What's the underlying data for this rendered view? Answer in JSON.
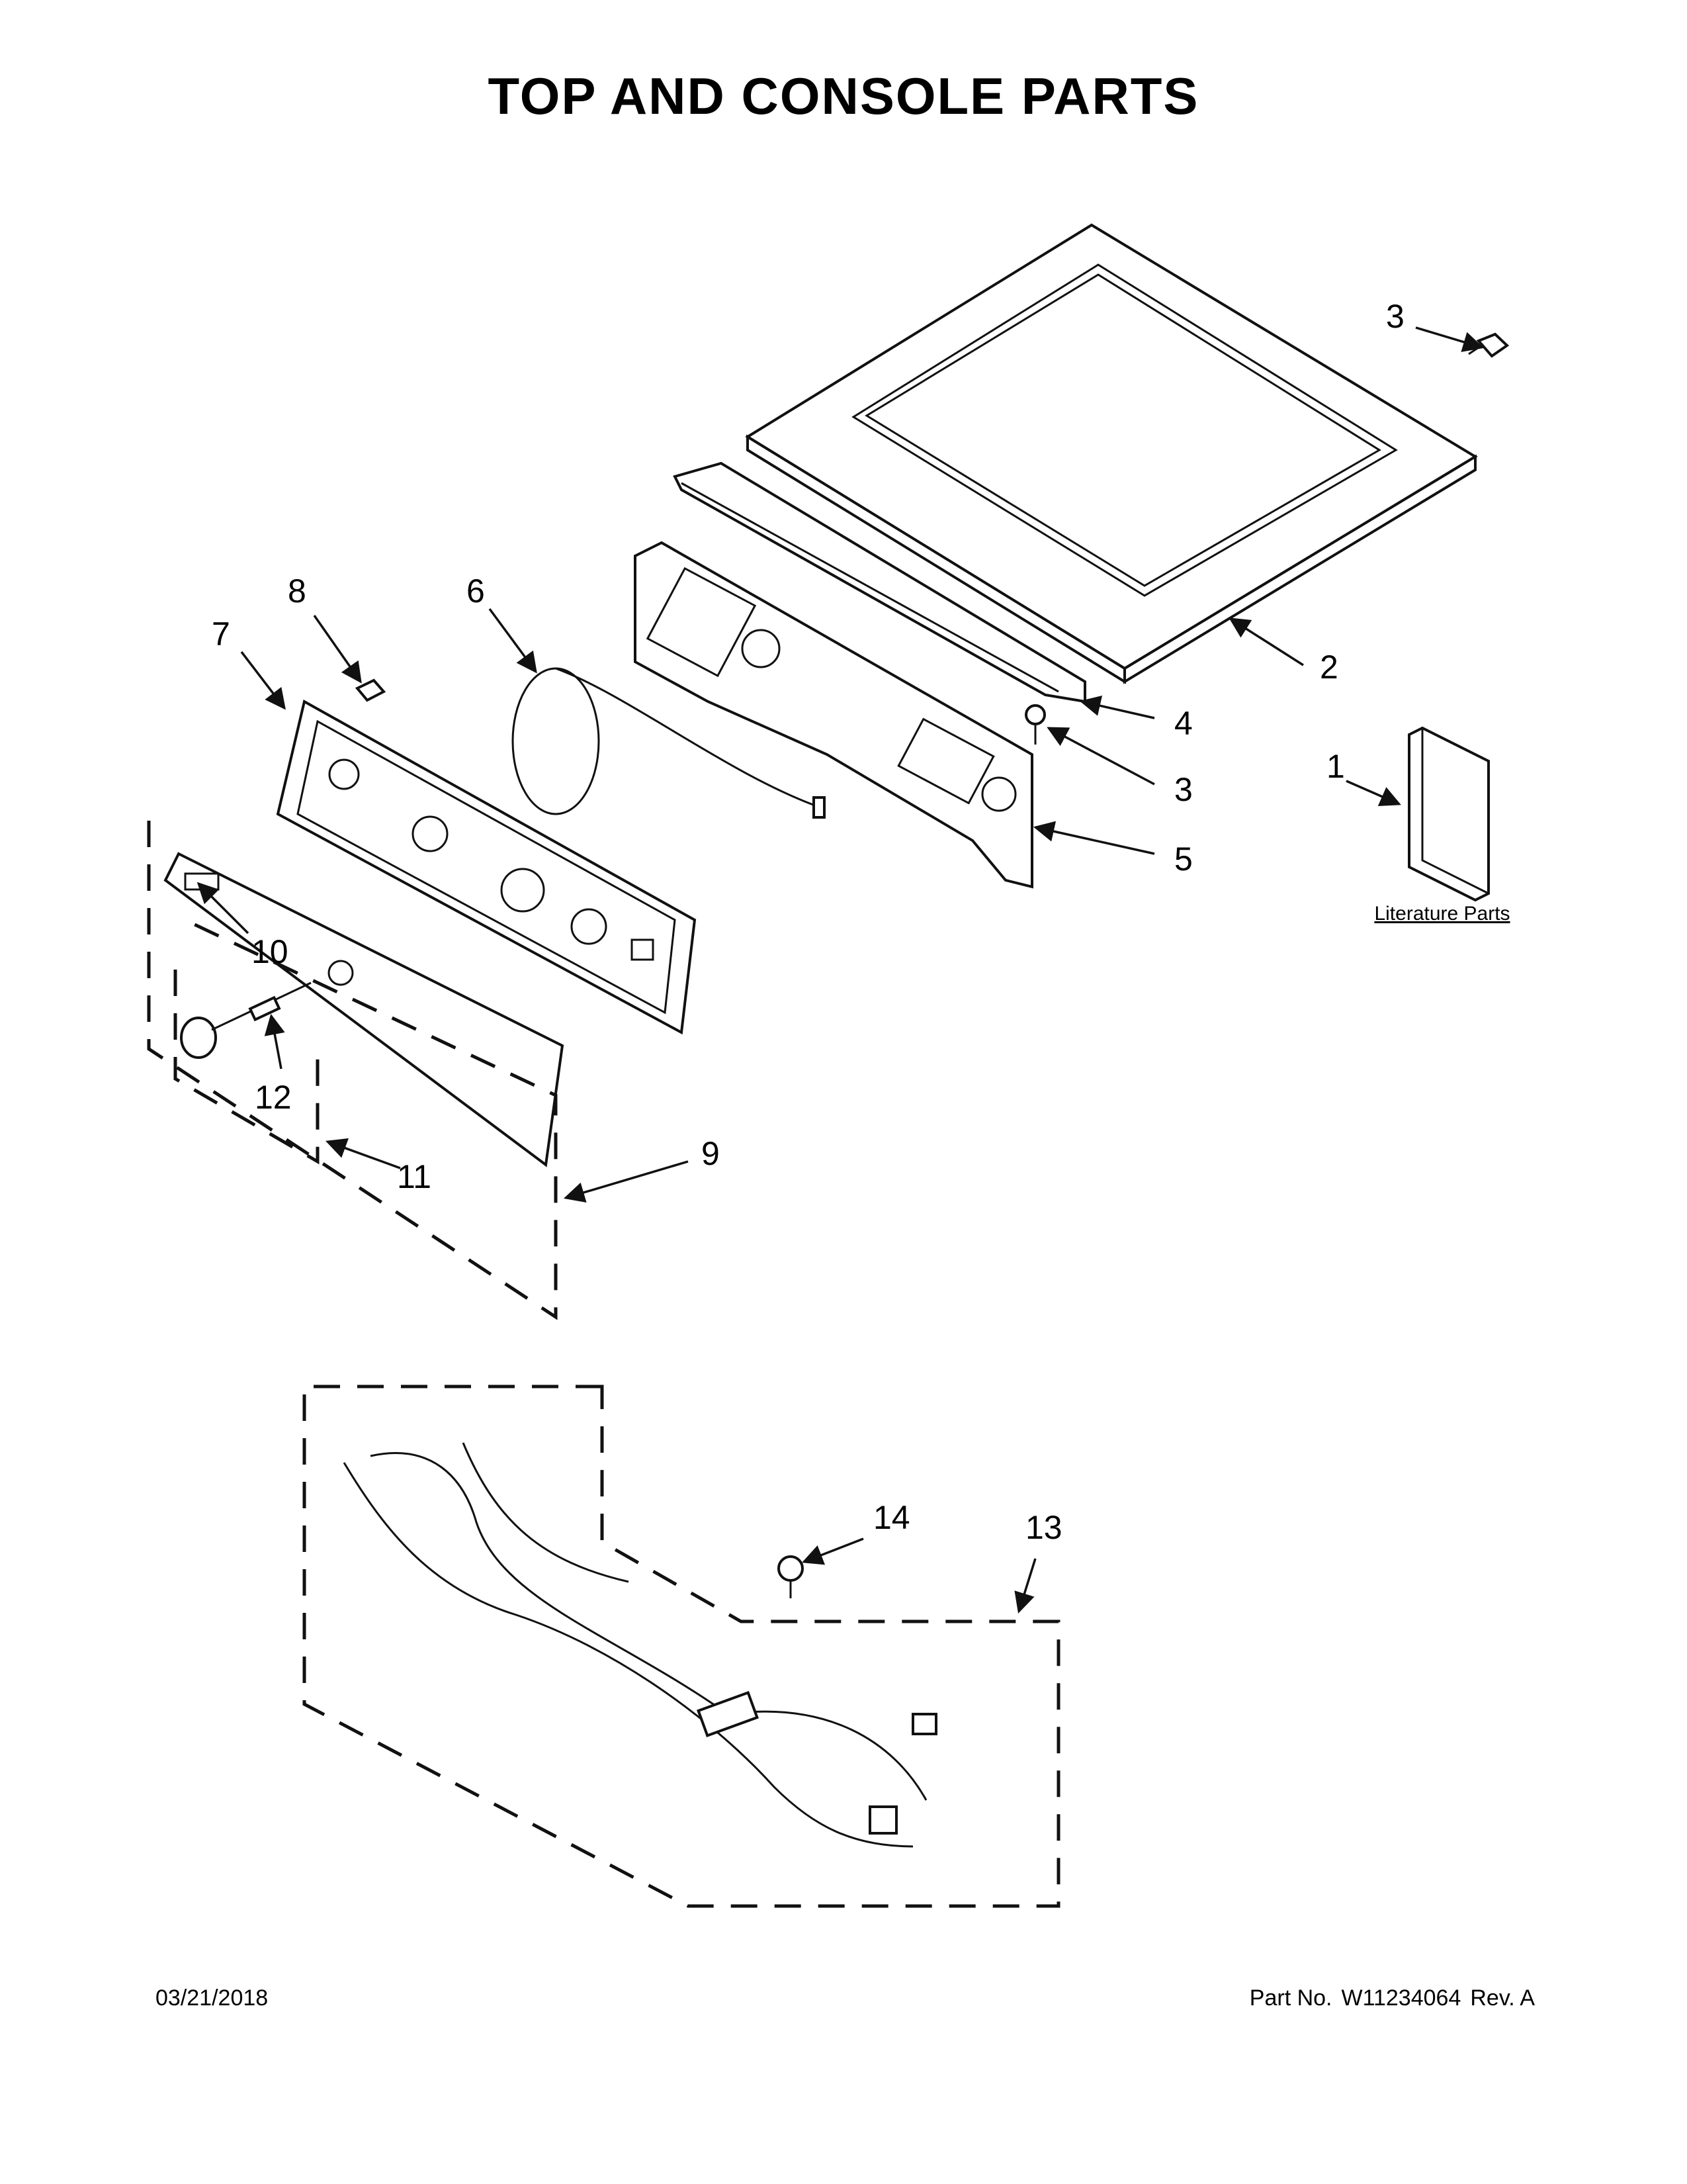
{
  "page": {
    "title": "TOP AND CONSOLE PARTS",
    "literature_label": "Literature Parts",
    "date": "03/21/2018",
    "part_no_label": "Part No.",
    "part_no": "W11234064",
    "revision": "Rev. A"
  },
  "callouts": [
    "1",
    "2",
    "3",
    "3",
    "4",
    "5",
    "6",
    "7",
    "8",
    "9",
    "10",
    "11",
    "12",
    "13",
    "14"
  ],
  "colors": {
    "line": "#111111",
    "background": "#ffffff"
  }
}
